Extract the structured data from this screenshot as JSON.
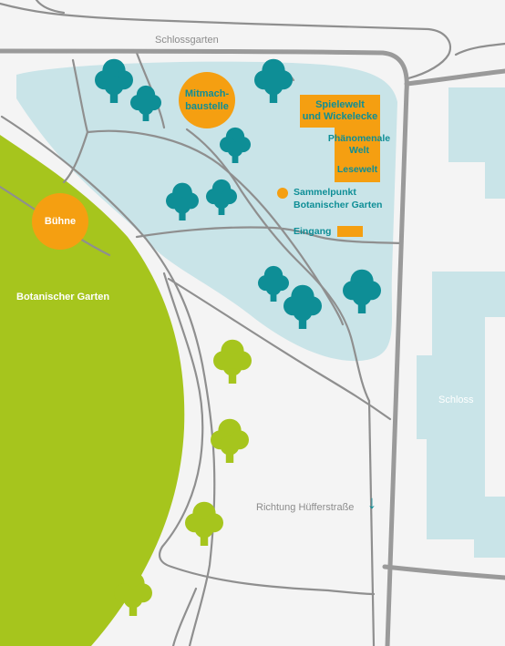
{
  "streets": {
    "top": "Schlossgarten",
    "direction": "Richtung Hüfferstraße",
    "direction_arrow": "↓"
  },
  "areas": {
    "garden": "Botanischer Garten",
    "palace": "Schloss"
  },
  "stations": {
    "stage": "Bühne",
    "construction_line1": "Mitmach-",
    "construction_line2": "baustelle",
    "playworld_line1": "Spielewelt",
    "playworld_line2": "und Wickelecke",
    "phenomena_line1": "Phänomenale",
    "phenomena_line2": "Welt",
    "reading": "Lesewelt",
    "meeting_line1": "Sammelpunkt",
    "meeting_line2": "Botanischer Garten",
    "entrance": "Eingang"
  },
  "icons": {
    "tree": "tree-icon",
    "arrow": "arrow-down-icon",
    "dot": "meeting-point-dot-icon"
  },
  "colors": {
    "background": "#f4f4f4",
    "event_area": "#c9e4e8",
    "palace": "#c9e4e8",
    "garden": "#a6c51d",
    "orange": "#f59f11",
    "teal": "#0e8e96",
    "green_tree": "#a6c51d",
    "path": "#8f8f8f",
    "street_label": "#8c8c8c"
  }
}
